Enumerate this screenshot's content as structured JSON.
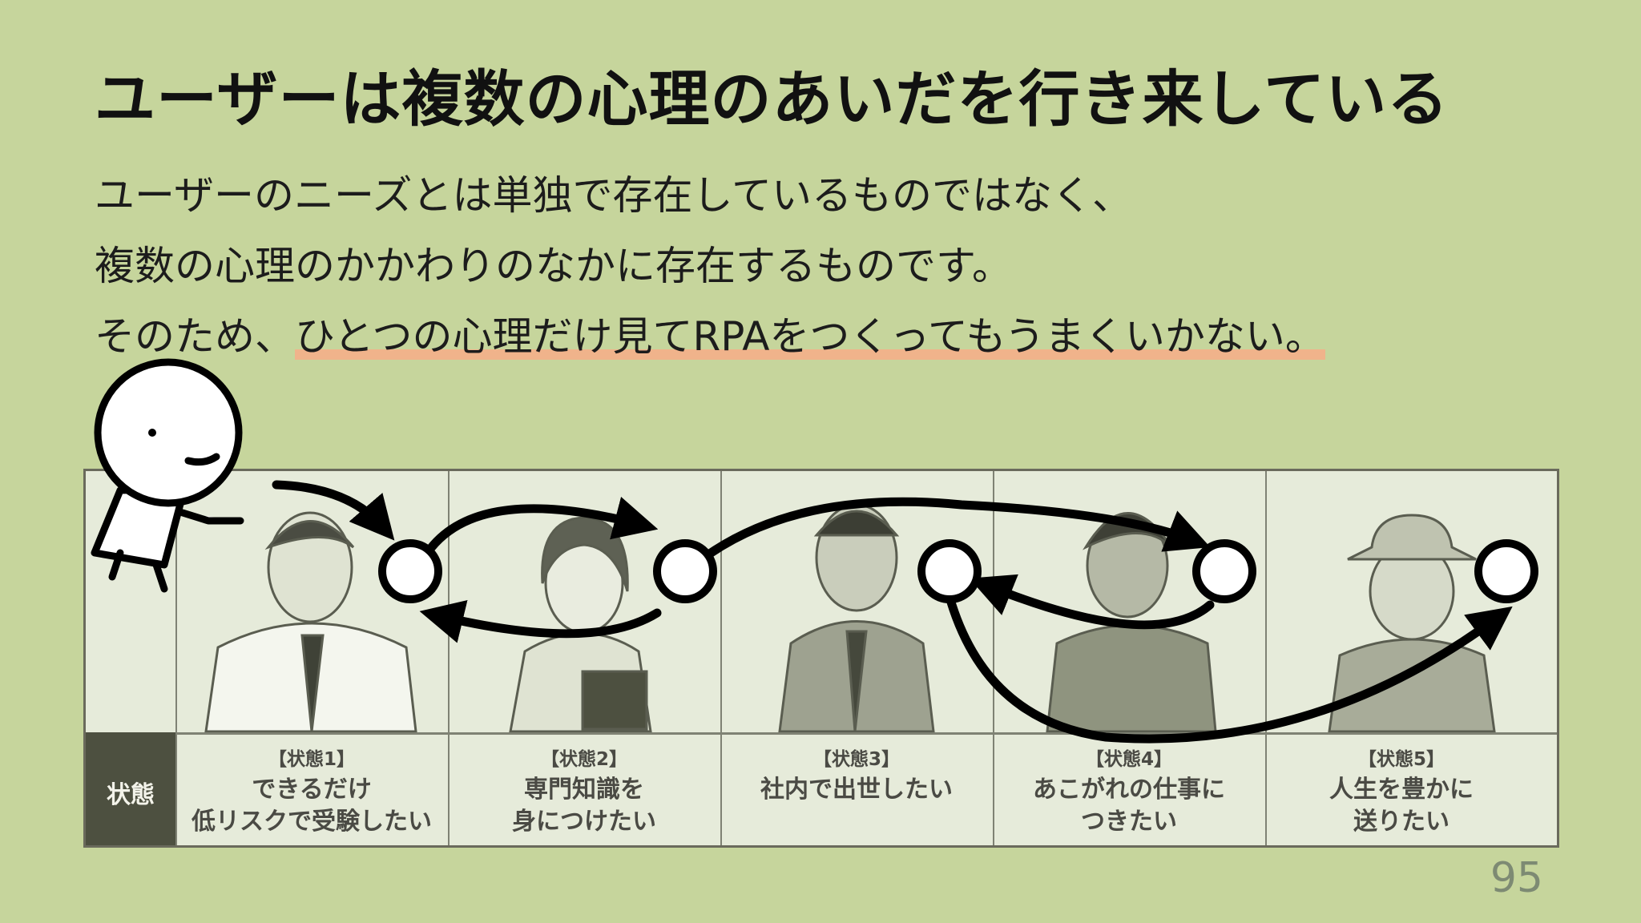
{
  "title": "ユーザーは複数の心理のあいだを行き来している",
  "body": {
    "line1": "ユーザーのニーズとは単独で存在しているものではなく、",
    "line2": "複数の心理のかかわりのなかに存在するものです。",
    "line3_prefix": "そのため、",
    "line3_highlight": "ひとつの心理だけ見てRPAをつくってもうまくいかない。"
  },
  "table": {
    "row_header": "状態",
    "states": [
      {
        "tag": "【状態1】",
        "line1": "できるだけ",
        "line2": "低リスクで受験したい"
      },
      {
        "tag": "【状態2】",
        "line1": "専門知識を",
        "line2": "身につけたい"
      },
      {
        "tag": "【状態3】",
        "line1": "社内で出世したい",
        "line2": ""
      },
      {
        "tag": "【状態4】",
        "line1": "あこがれの仕事に",
        "line2": "つきたい"
      },
      {
        "tag": "【状態5】",
        "line1": "人生を豊かに",
        "line2": "送りたい"
      }
    ]
  },
  "page_number": "95",
  "icons": [
    "stick-figure-character",
    "person-illustration",
    "state-node",
    "arrow"
  ],
  "colors": {
    "background": "#c6d59c",
    "highlight": "#f0b38b",
    "header": "#4d5040"
  }
}
